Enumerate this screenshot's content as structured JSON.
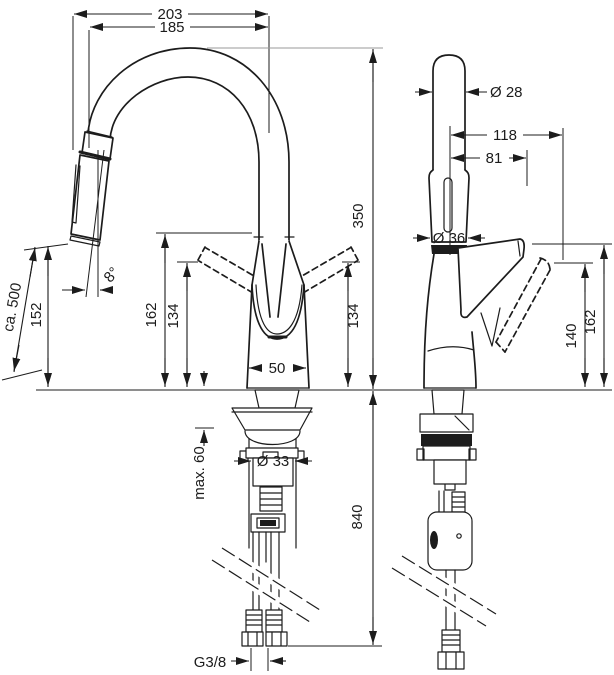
{
  "drawing": {
    "dims": {
      "reach_total": "203",
      "reach_inner": "185",
      "pullout_hose": "ca. 500",
      "outlet_height": "152",
      "head_angle": "8°",
      "front_height_162": "162",
      "front_height_134_left": "134",
      "front_height_134_right": "134",
      "base_width": "50",
      "spout_height": "350",
      "head_dia": "Ø 28",
      "lever_reach_118": "118",
      "lever_reach_81": "81",
      "body_dia": "Ø 36",
      "lever_height_140": "140",
      "lever_height_162": "162",
      "counter_max": "max. 60",
      "shank_dia": "Ø 33",
      "below_length": "840",
      "thread": "G3/8"
    }
  }
}
